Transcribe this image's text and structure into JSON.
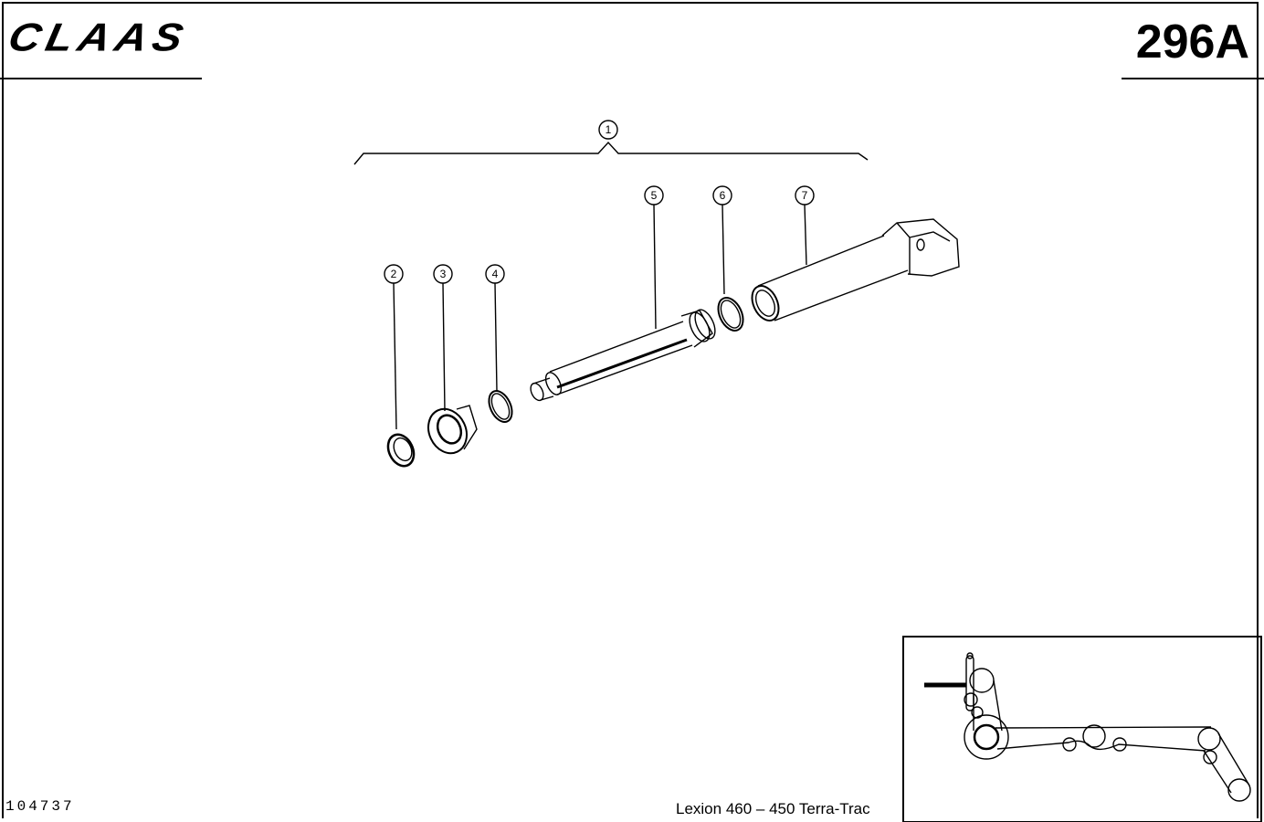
{
  "header": {
    "brand": "CLAAS",
    "page_number": "296A"
  },
  "footer": {
    "document_number": "104737",
    "model": "Lexion 460 – 450 Terra-Trac"
  },
  "callouts": [
    "1",
    "2",
    "3",
    "4",
    "5",
    "6",
    "7"
  ]
}
